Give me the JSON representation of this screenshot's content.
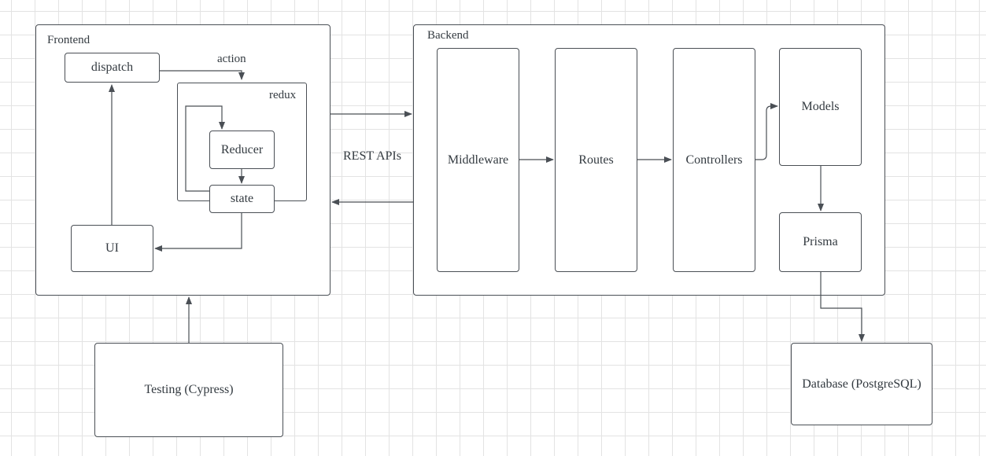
{
  "frontend": {
    "title": "Frontend",
    "dispatch": "dispatch",
    "action": "action",
    "redux": "redux",
    "reducer": "Reducer",
    "state": "state",
    "ui": "UI"
  },
  "api_label": "REST APIs",
  "backend": {
    "title": "Backend",
    "middleware": "Middleware",
    "routes": "Routes",
    "controllers": "Controllers",
    "models": "Models",
    "prisma": "Prisma"
  },
  "testing": "Testing (Cypress)",
  "database": "Database (PostgreSQL)",
  "colors": {
    "line": "#4a4f55",
    "grid": "#e3e3e3",
    "text": "#333a40"
  }
}
